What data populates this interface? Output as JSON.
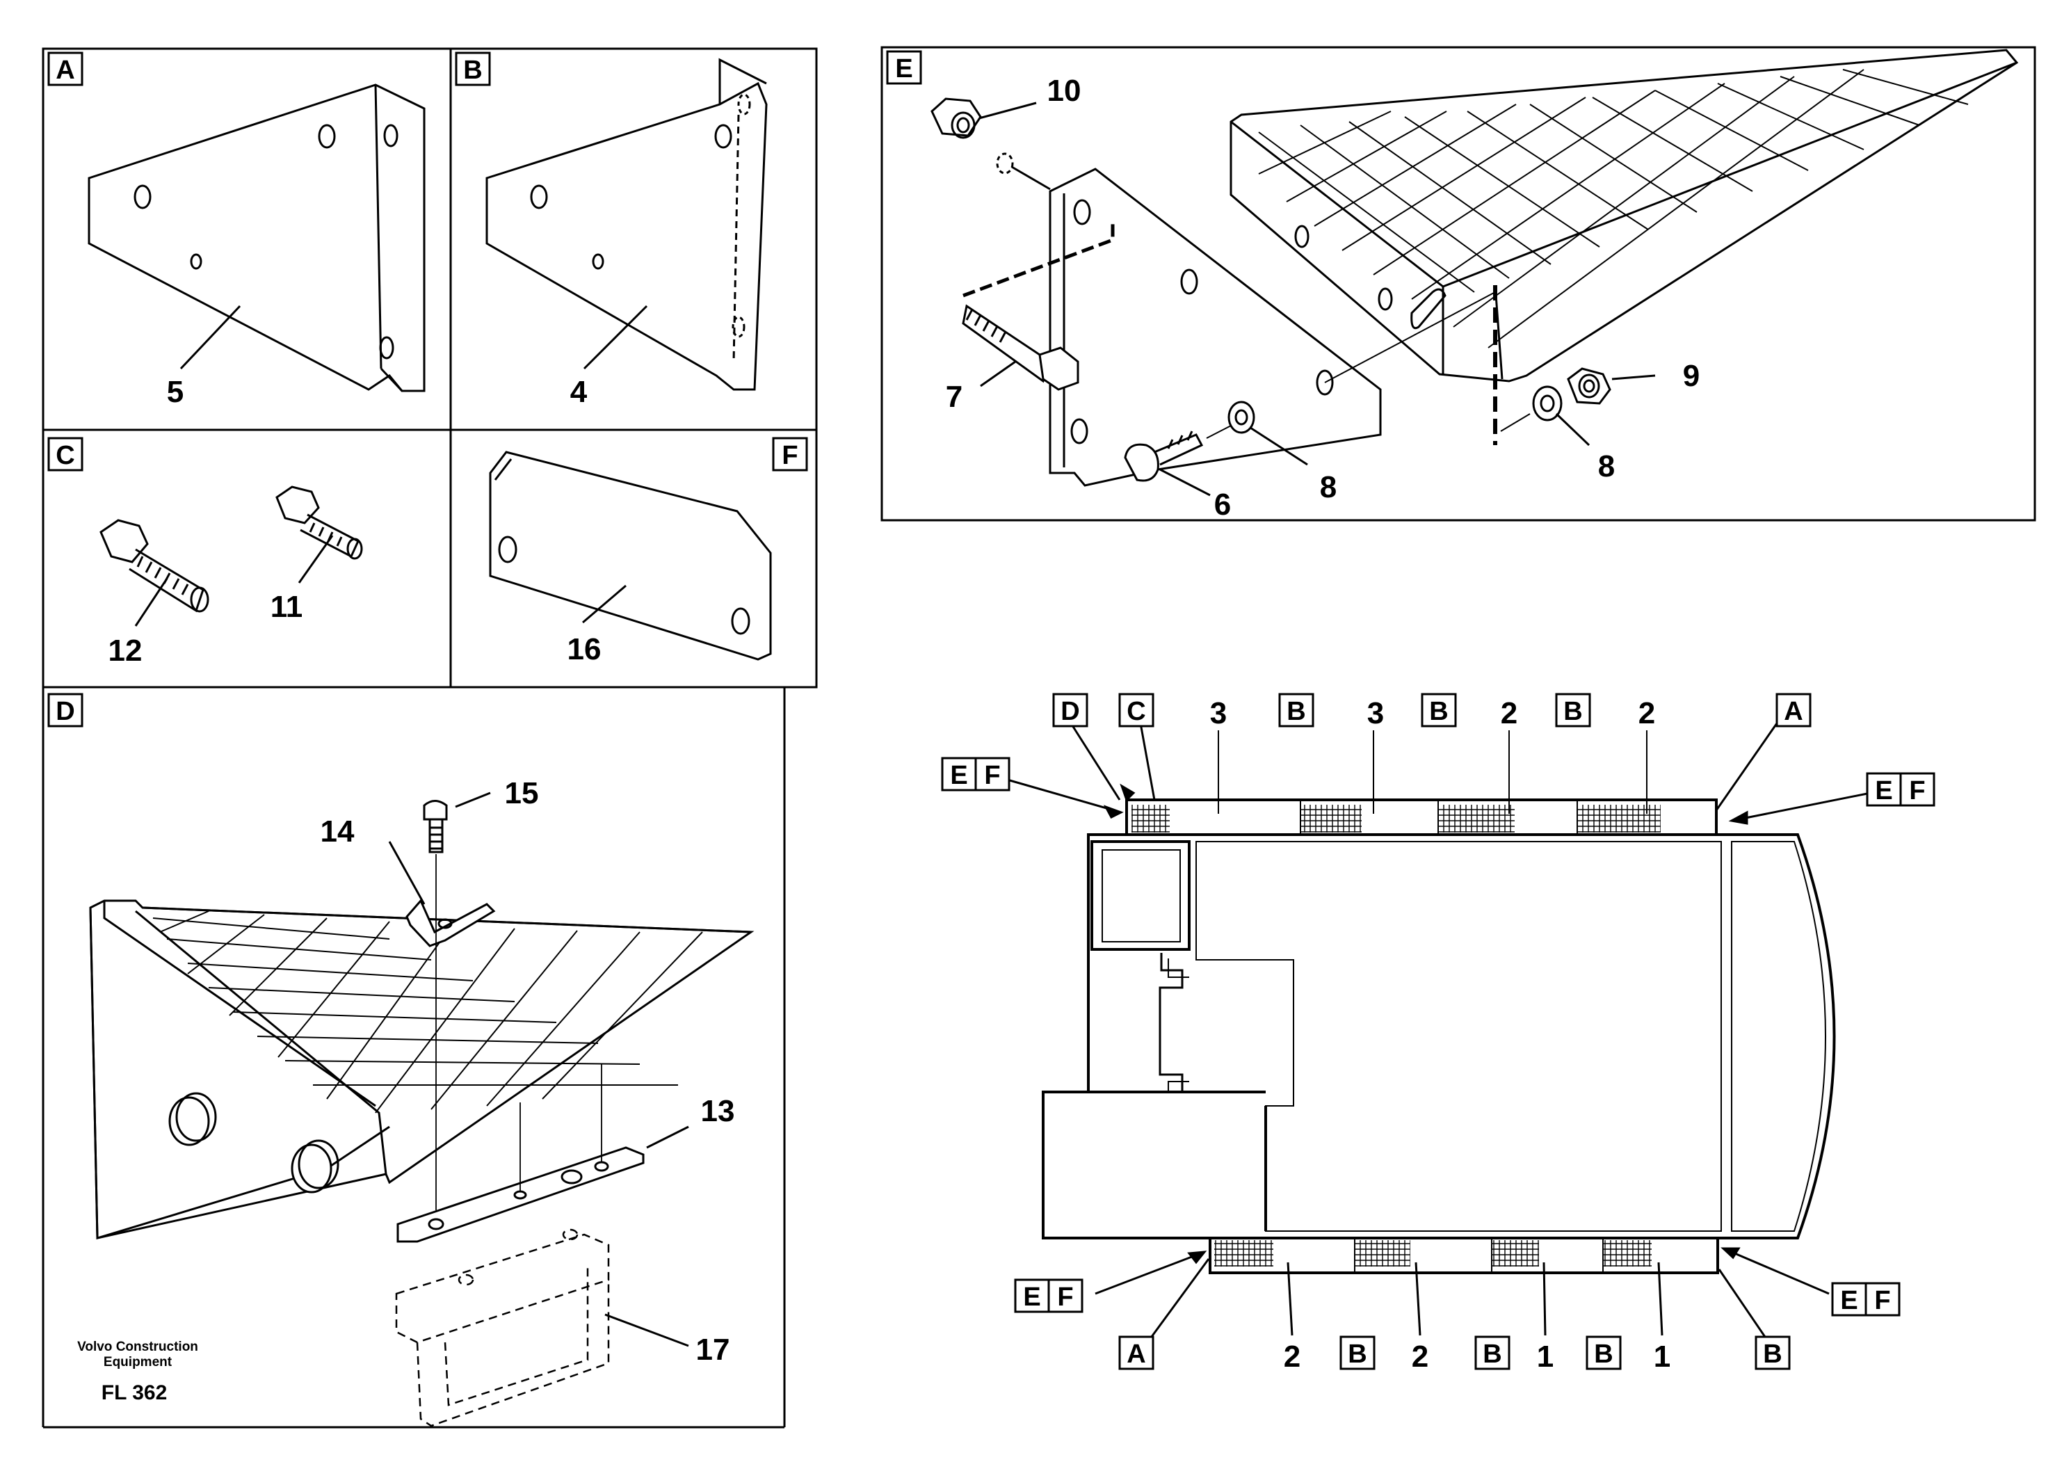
{
  "panels": {
    "A": "A",
    "B": "B",
    "C": "C",
    "D": "D",
    "E": "E",
    "F": "F"
  },
  "parts": {
    "p1": "1",
    "p2": "2",
    "p3": "3",
    "p4": "4",
    "p5": "5",
    "p6": "6",
    "p7": "7",
    "p8": "8",
    "p9": "9",
    "p10": "10",
    "p11": "11",
    "p12": "12",
    "p13": "13",
    "p14": "14",
    "p15": "15",
    "p16": "16",
    "p17": "17"
  },
  "overview": {
    "top_labels": [
      "D",
      "C",
      "3",
      "B",
      "3",
      "B",
      "2",
      "B",
      "2",
      "A"
    ],
    "bottom_labels": [
      "A",
      "2",
      "B",
      "2",
      "B",
      "1",
      "B",
      "1",
      "B"
    ],
    "ef_e": "E",
    "ef_f": "F"
  },
  "footer": {
    "company_line1": "Volvo Construction",
    "company_line2": "Equipment",
    "code": "FL 362"
  }
}
